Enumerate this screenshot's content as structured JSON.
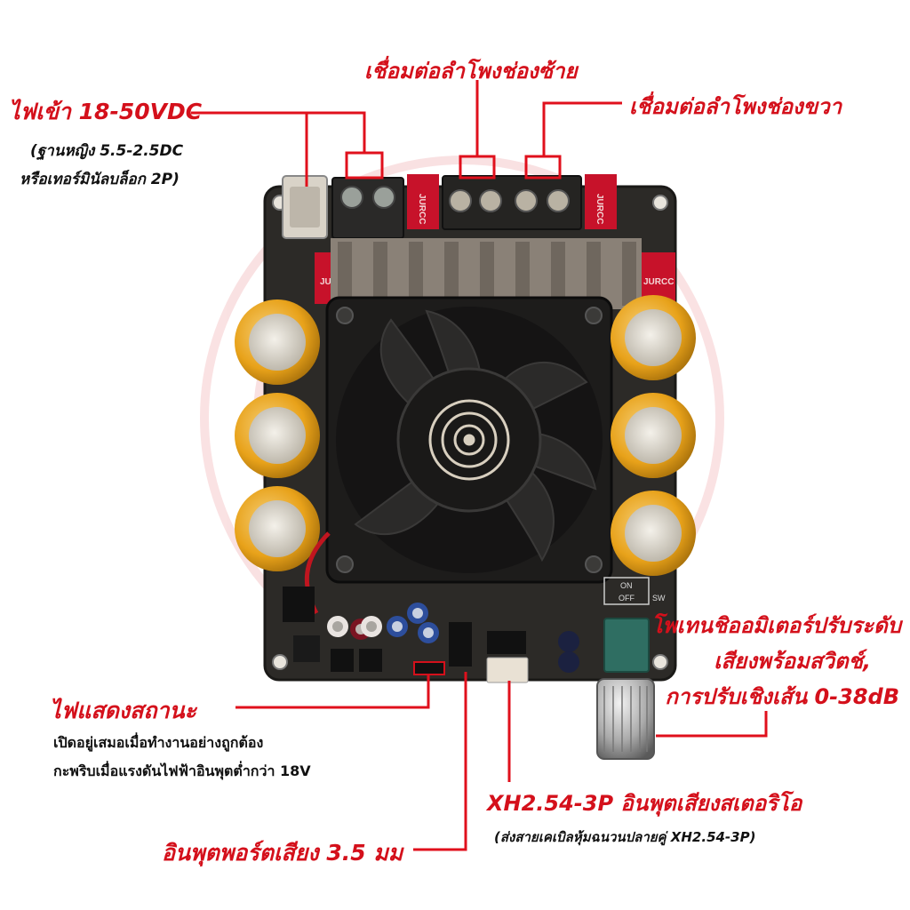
{
  "colors": {
    "label_red": "#d4101b",
    "callout_line": "#e0101c",
    "pcb": "#2c2a27",
    "capacitor": "#e8a21a",
    "terminal_red": "#c7122a",
    "heatsink": "#8a8177"
  },
  "callouts": {
    "power_in": {
      "title": "ไฟเข้า 18-50VDC",
      "line1": "(ฐานหญิง 5.5-2.5DC",
      "line2": "หรือเทอร์มินัลบล็อก 2P)"
    },
    "speaker_left": {
      "title": "เชื่อมต่อลำโพงช่องซ้าย"
    },
    "speaker_right": {
      "title": "เชื่อมต่อลำโพงช่องขวา"
    },
    "potentiometer": {
      "line1": "โพเทนชิออมิเตอร์ปรับระดับ",
      "line2": "เสียงพร้อมสวิตช์,",
      "line3": "การปรับเชิงเส้น 0-38dB"
    },
    "status_led": {
      "title": "ไฟแสดงสถานะ",
      "line1": "เปิดอยู่เสมอเมื่อทำงานอย่างถูกต้อง",
      "line2": "กะพริบเมื่อแรงดันไฟฟ้าอินพุตต่ำกว่า 18V"
    },
    "xh_input": {
      "title": "XH2.54-3P อินพุตเสียงสเตอริโอ",
      "line1": "(ส่งสายเคเบิลหุ้มฉนวนปลายคู่ XH2.54-3P)"
    },
    "aux_input": {
      "title": "อินพุตพอร์ตเสียง 3.5 มม"
    }
  },
  "board": {
    "relay_brand": "JURCC",
    "switch_on": "ON",
    "switch_off": "OFF",
    "switch_label": "SW"
  }
}
